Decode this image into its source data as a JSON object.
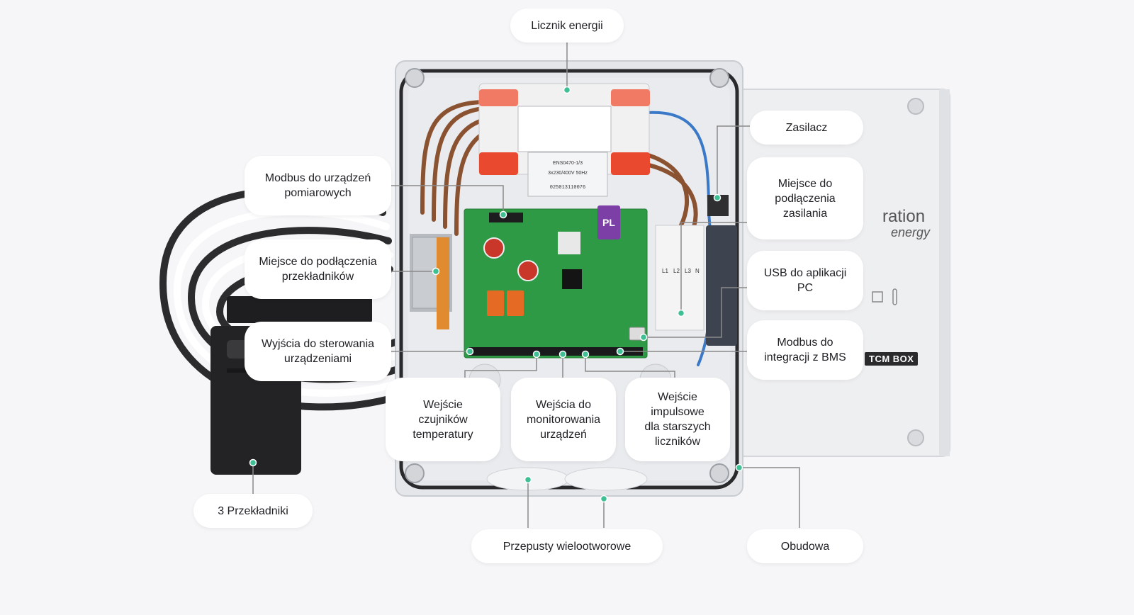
{
  "brand": {
    "logo_fragment_1": "ration",
    "logo_fragment_2": "energy",
    "badge": "TCM BOX",
    "pl_mark": "PL"
  },
  "device_labels": {
    "meter_line_1": "ENS0470-1/3",
    "meter_line_2": "3x230/400V 50Hz",
    "meter_serial": "025013110076",
    "terminal_L1": "L1",
    "terminal_L2": "L2",
    "terminal_L3": "L3",
    "terminal_N": "N"
  },
  "callouts": {
    "licznik": "Licznik energii",
    "zasilacz": "Zasilacz",
    "modbus_pomiar": "Modbus do urządzeń\npomiarowych",
    "miejsce_zasilania": "Miejsce do\npodłączenia\nzasilania",
    "miejsce_przekladnikow": "Miejsce do podłączenia\nprzekładników",
    "usb": "USB do aplikacji\nPC",
    "wyjscia": "Wyjścia do sterowania\nurządzeniami",
    "modbus_bms": "Modbus do\nintegracji z BMS",
    "wejscie_temp": "Wejście\nczujników\ntemperatury",
    "wejscia_monit": "Wejścia do\nmonitorowania\nurządzeń",
    "wejscie_imp": "Wejście\nimpulsowe\ndla starszych\nliczników",
    "przekladniki": "3 Przekładniki",
    "przepusty": "Przepusty wielootworowe",
    "obudowa": "Obudowa"
  },
  "colors": {
    "background": "#f6f6f8",
    "leader": "#8a8a8a",
    "dot": "#3fbf94",
    "pcb": "#2f9a45",
    "enclosure": "#e2e4e8",
    "wire_brown": "#8a5230",
    "wire_blue": "#3a78c8"
  }
}
